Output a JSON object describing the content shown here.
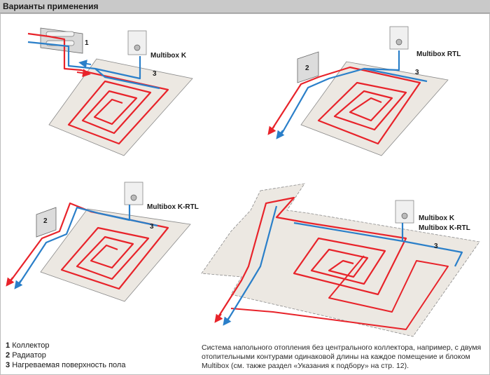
{
  "header": {
    "title": "Варианты применения"
  },
  "labels": {
    "multibox_k": "Multibox K",
    "multibox_rtl": "Multibox RTL",
    "multibox_k_rtl": "Multibox K-RTL",
    "multibox_k_2": "Multibox K",
    "multibox_k_rtl_2": "Multibox K-RTL"
  },
  "numbers": {
    "one": "1",
    "two": "2",
    "three": "3"
  },
  "legend": [
    {
      "num": "1",
      "text": "Коллектор"
    },
    {
      "num": "2",
      "text": "Радиатор"
    },
    {
      "num": "3",
      "text": "Нагреваемая поверхность пола"
    }
  ],
  "caption": "Система напольного отопления без центрального коллектора, например, с двумя отопительными контурами одинаковой длины на каждое помещение и блоком Multibox (см. также раздел «Указания к подбору» на стр. 12).",
  "colors": {
    "supply": "#e8232a",
    "return": "#2a7fc9",
    "floor": "#ece8e2",
    "header": "#c9c9c9"
  }
}
